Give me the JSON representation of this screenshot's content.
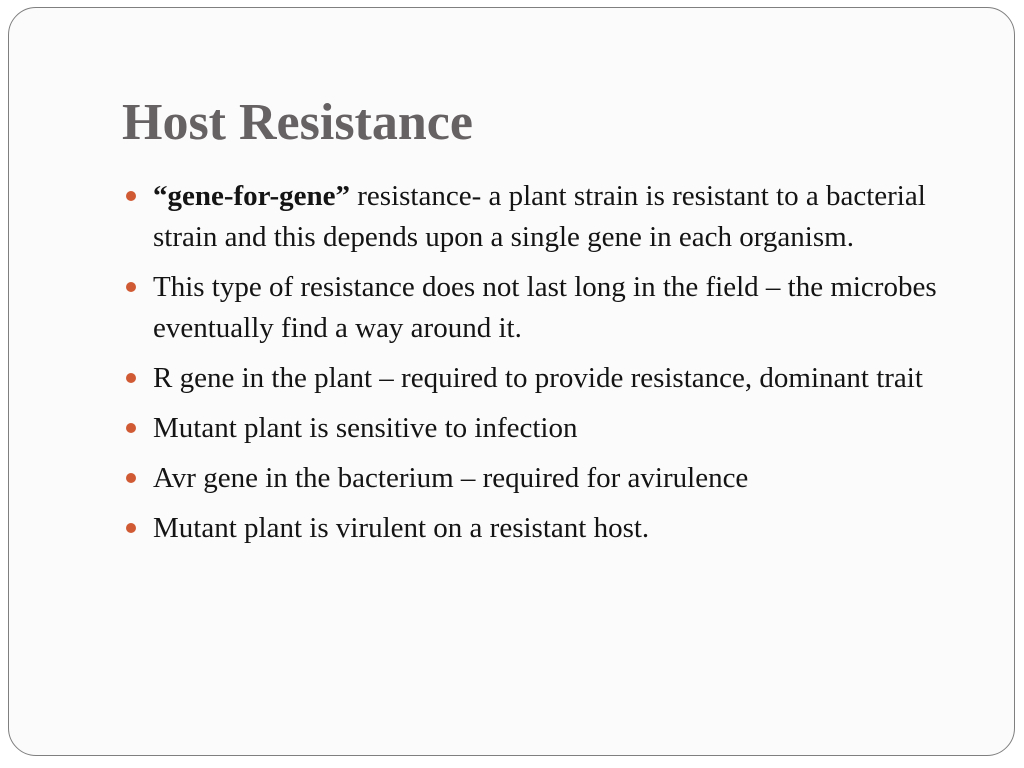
{
  "slide": {
    "title": "Host Resistance",
    "bullet_color": "#d05a33",
    "title_color": "#666163",
    "bullets": [
      {
        "bold": "“gene-for-gene”",
        "text": " resistance- a plant strain is resistant to a bacterial strain and this depends upon a single gene in each organism."
      },
      {
        "text": "This type of resistance does not last long in the field – the microbes eventually find a way around it."
      },
      {
        "text": "R gene in the plant – required to provide resistance, dominant trait"
      },
      {
        "text": "Mutant plant is sensitive to infection"
      },
      {
        "text": "Avr gene in the bacterium – required for avirulence"
      },
      {
        "text": "Mutant plant is virulent on a resistant host."
      }
    ]
  }
}
